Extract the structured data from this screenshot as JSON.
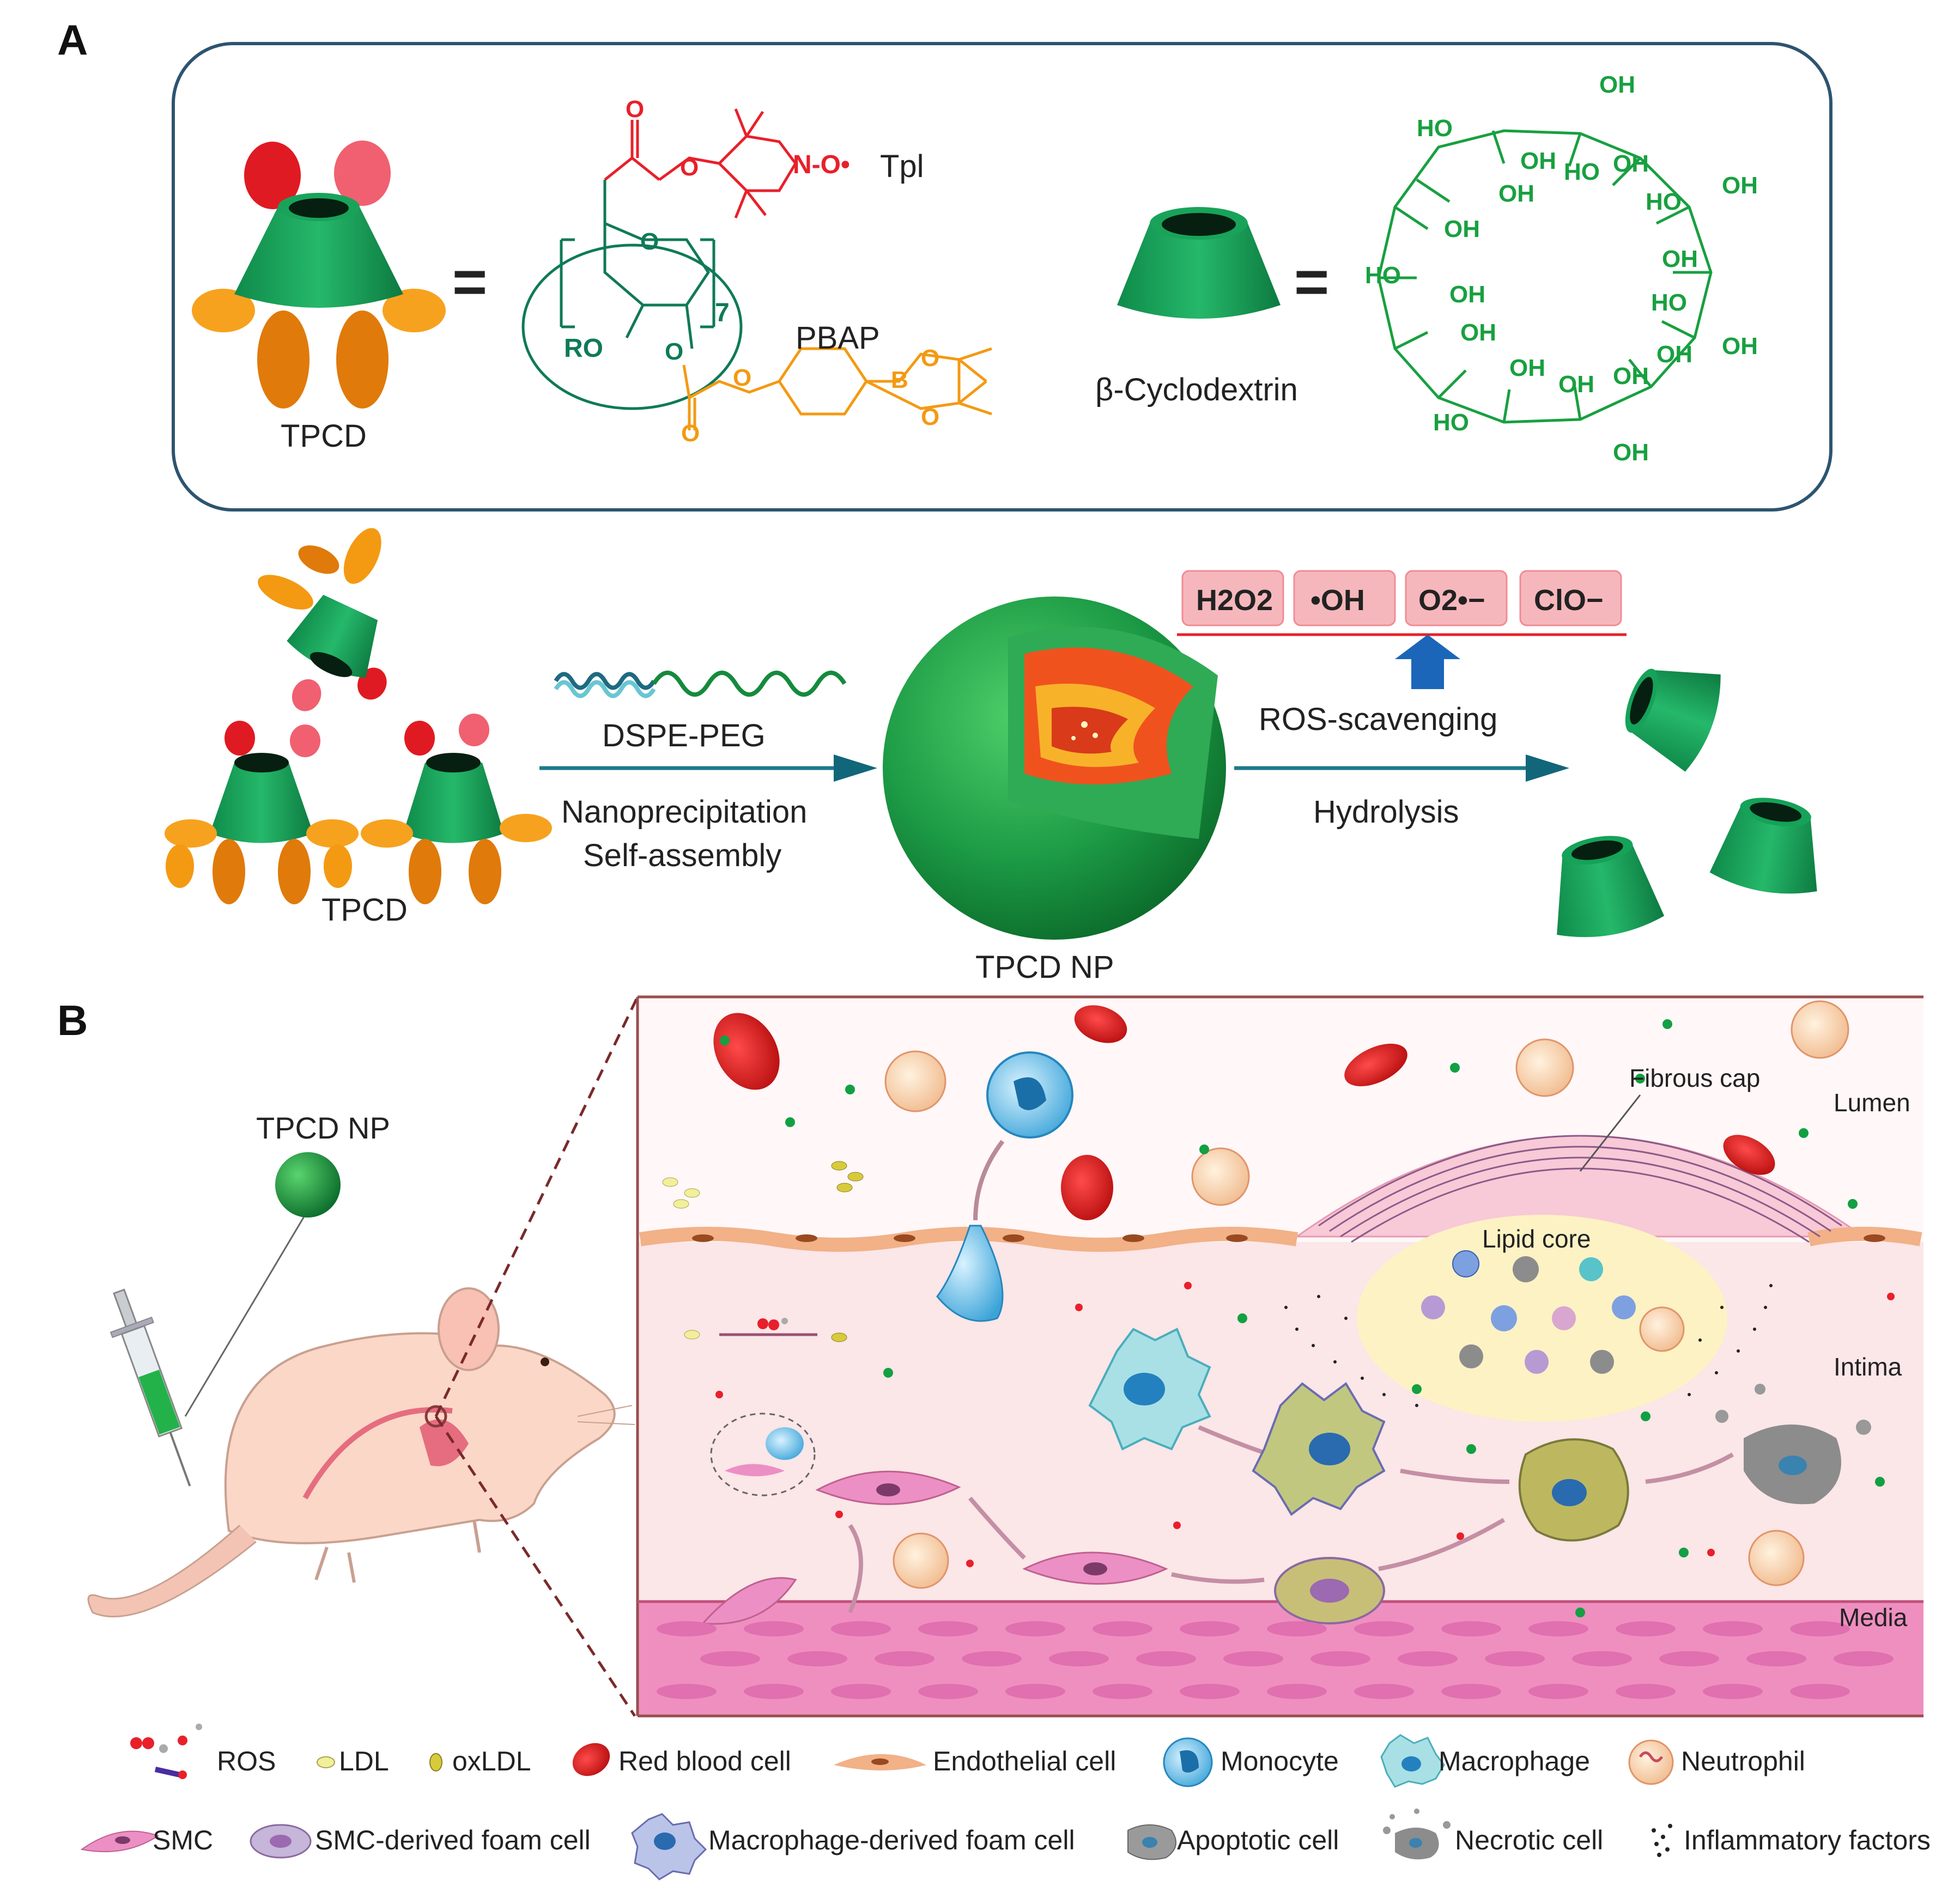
{
  "panel_a": {
    "letter": "A",
    "tpcd_label": "TPCD",
    "tpl_label": "Tpl",
    "pbap_label": "PBAP",
    "repeat_index": "7",
    "ro_label": "RO",
    "cyclodextrin_label": "β-Cyclodextrin",
    "dspe_peg_label": "DSPE-PEG",
    "nanoprecipitation_label": "Nanoprecipitation",
    "self_assembly_label": "Self-assembly",
    "tpcd_np_label": "TPCD NP",
    "ros_scavenging_label": "ROS-scavenging",
    "hydrolysis_label": "Hydrolysis",
    "ros_species": [
      "H2O2",
      "•OH",
      "O2•−",
      "ClO−"
    ]
  },
  "panel_b": {
    "letter": "B",
    "tpcd_np_label": "TPCD NP",
    "fibrous_cap_label": "Fibrous cap",
    "lumen_label": "Lumen",
    "lipid_core_label": "Lipid core",
    "intima_label": "Intima",
    "media_label": "Media"
  },
  "legend": {
    "row1": [
      "ROS",
      "LDL",
      "oxLDL",
      "Red blood cell",
      "Endothelial cell",
      "Monocyte",
      "Macrophage",
      "Neutrophil"
    ],
    "row2": [
      "SMC",
      "SMC-derived foam cell",
      "Macrophage-derived foam cell",
      "Apoptotic cell",
      "Necrotic cell",
      "Inflammatory factors"
    ]
  },
  "colors": {
    "cyclodextrin_green": "#1a9a58",
    "tpl_red": "#e8202a",
    "pbap_orange": "#f39a12",
    "ros_box": "#f6b7bc",
    "arrow_teal": "#1c7a8a",
    "vessel_wall": "#fbe6e8",
    "media_pink": "#ef8fbf"
  }
}
